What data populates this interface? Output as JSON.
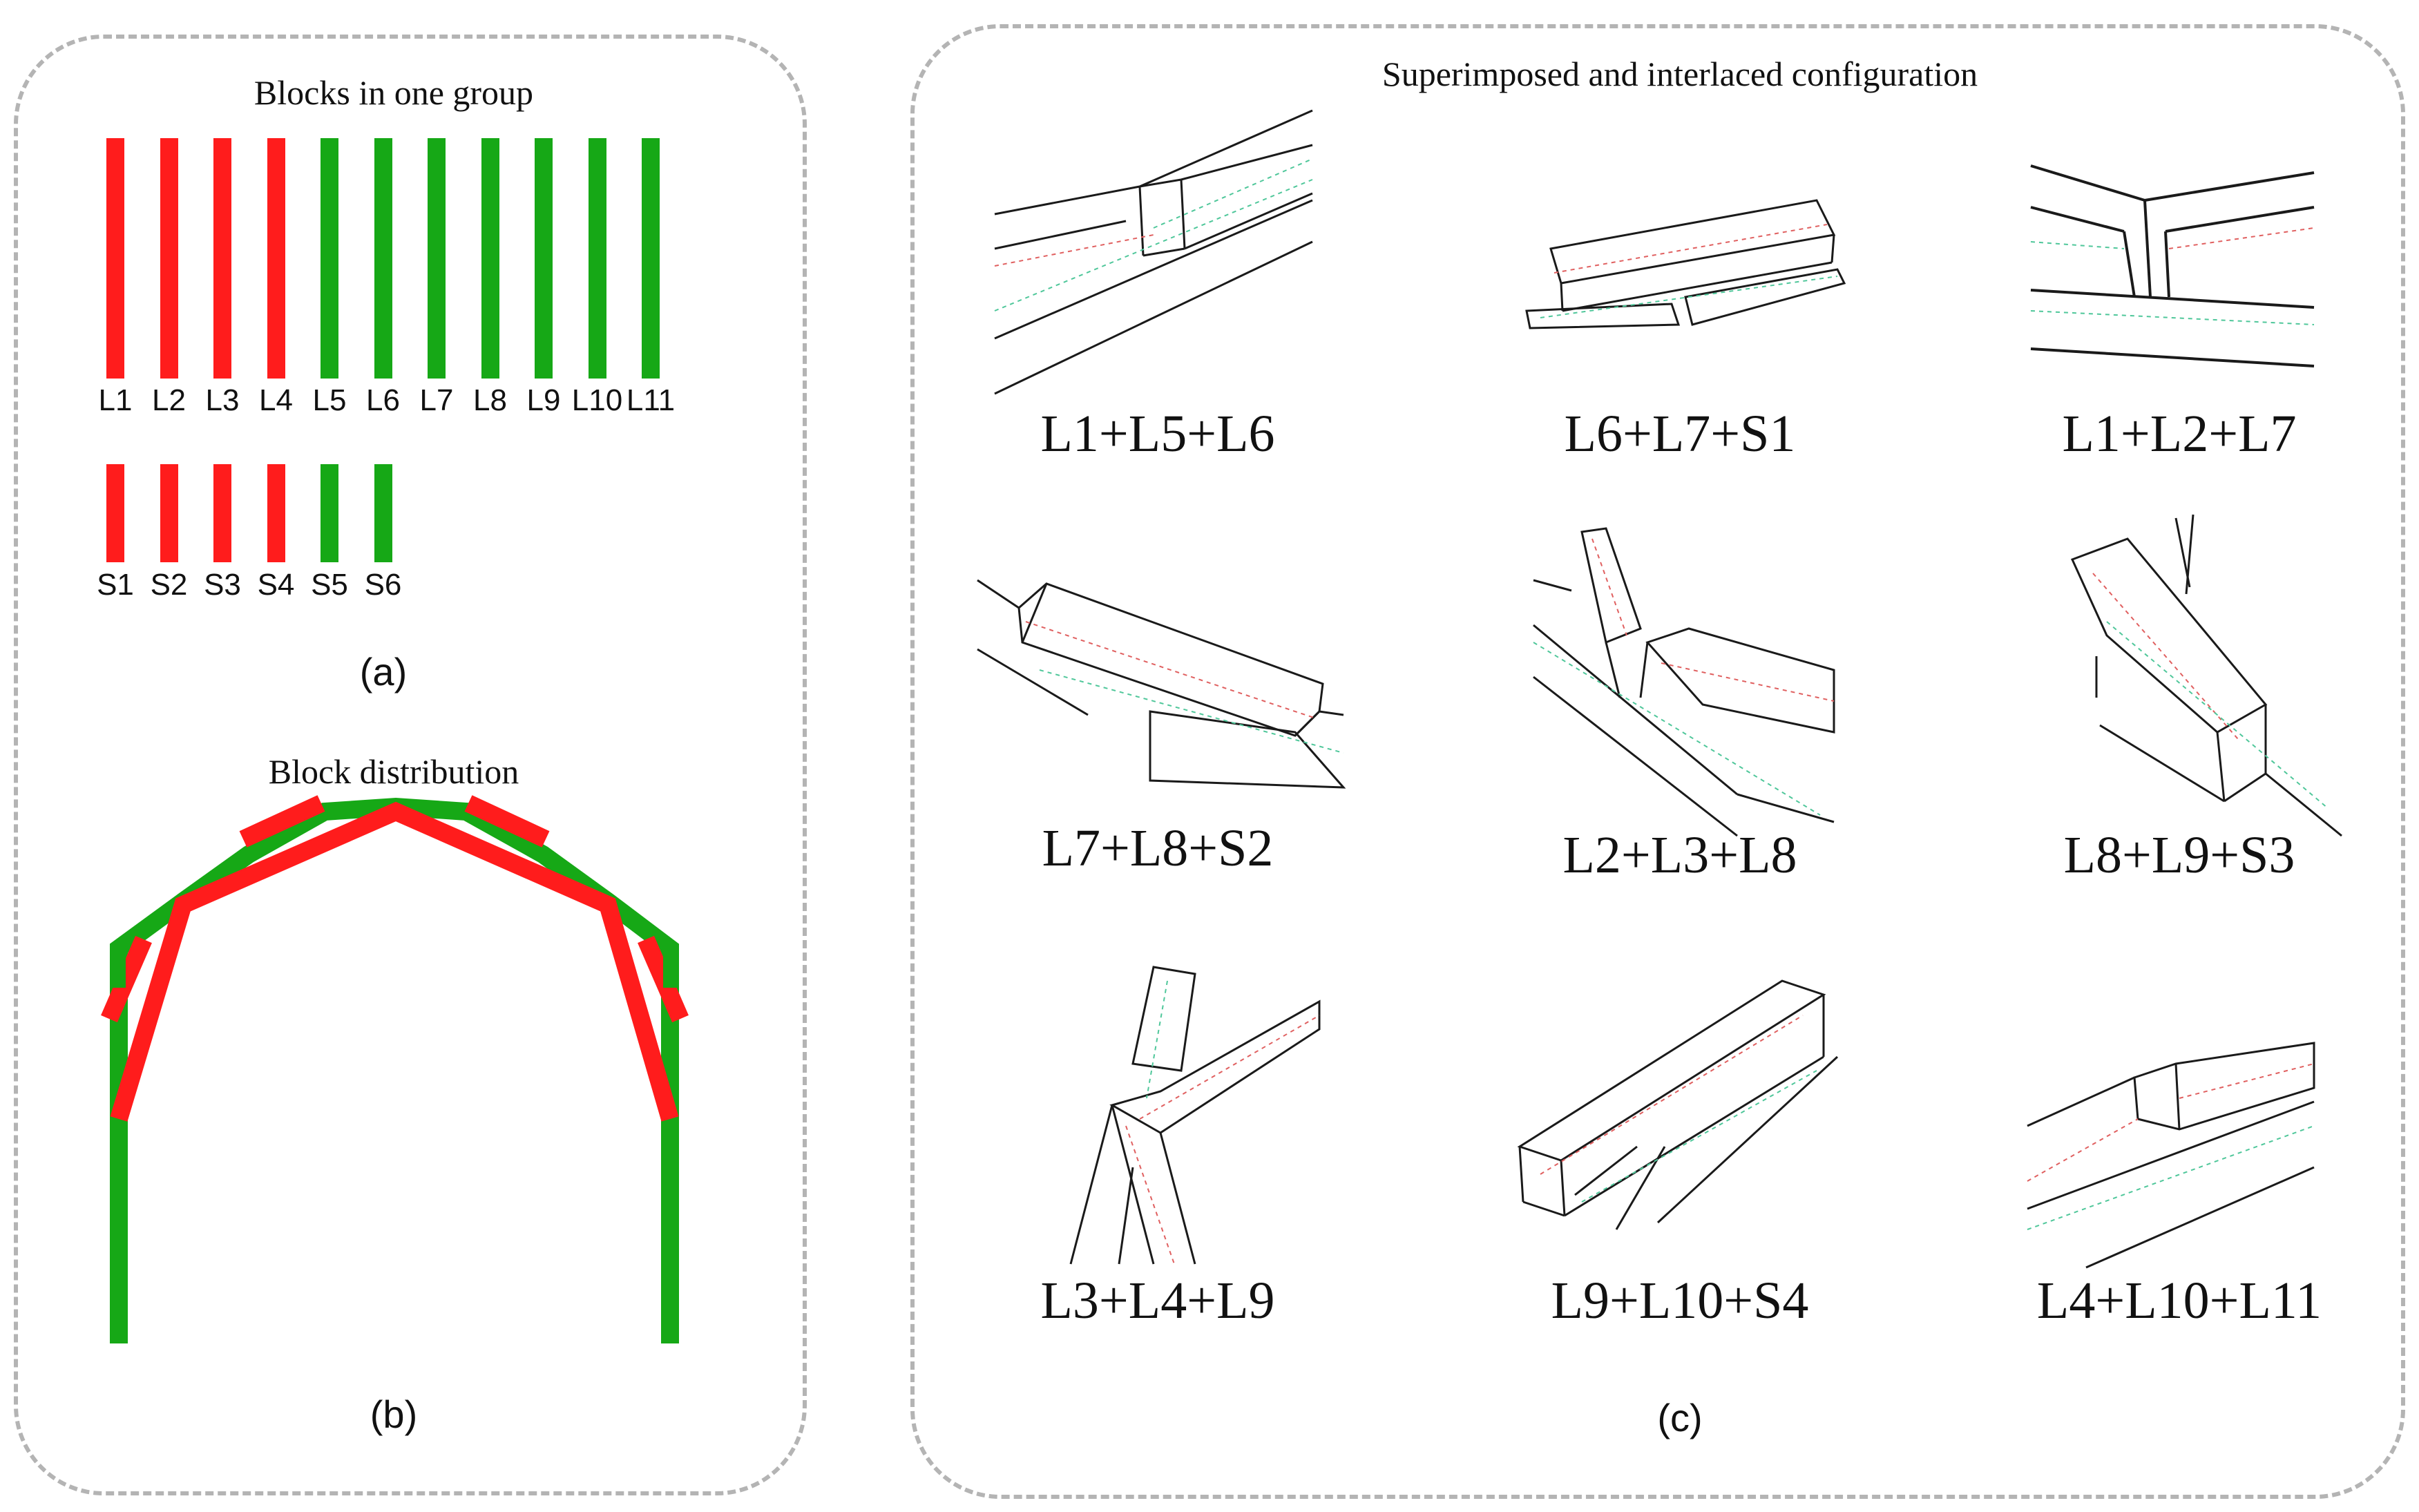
{
  "colors": {
    "red": "#ff1c1c",
    "green": "#16a816",
    "line": "#1a1a1a",
    "dash_red": "#e06060",
    "dash_green": "#4fc79a"
  },
  "panel_a": {
    "title": "Blocks in one group",
    "long_blocks": [
      {
        "label": "L1",
        "color": "red"
      },
      {
        "label": "L2",
        "color": "red"
      },
      {
        "label": "L3",
        "color": "red"
      },
      {
        "label": "L4",
        "color": "red"
      },
      {
        "label": "L5",
        "color": "green"
      },
      {
        "label": "L6",
        "color": "green"
      },
      {
        "label": "L7",
        "color": "green"
      },
      {
        "label": "L8",
        "color": "green"
      },
      {
        "label": "L9",
        "color": "green"
      },
      {
        "label": "L10",
        "color": "green"
      },
      {
        "label": "L11",
        "color": "green"
      }
    ],
    "short_blocks": [
      {
        "label": "S1",
        "color": "red"
      },
      {
        "label": "S2",
        "color": "red"
      },
      {
        "label": "S3",
        "color": "red"
      },
      {
        "label": "S4",
        "color": "red"
      },
      {
        "label": "S5",
        "color": "green"
      },
      {
        "label": "S6",
        "color": "green"
      }
    ],
    "caption": "(a)"
  },
  "panel_b": {
    "title": "Block distribution",
    "caption": "(b)"
  },
  "panel_c": {
    "title": "Superimposed and interlaced configuration",
    "caption": "(c)",
    "combinations": [
      "L1+L5+L6",
      "L6+L7+S1",
      "L1+L2+L7",
      "L7+L8+S2",
      "L2+L3+L8",
      "L8+L9+S3",
      "L3+L4+L9",
      "L9+L10+S4",
      "L4+L10+L11"
    ]
  }
}
